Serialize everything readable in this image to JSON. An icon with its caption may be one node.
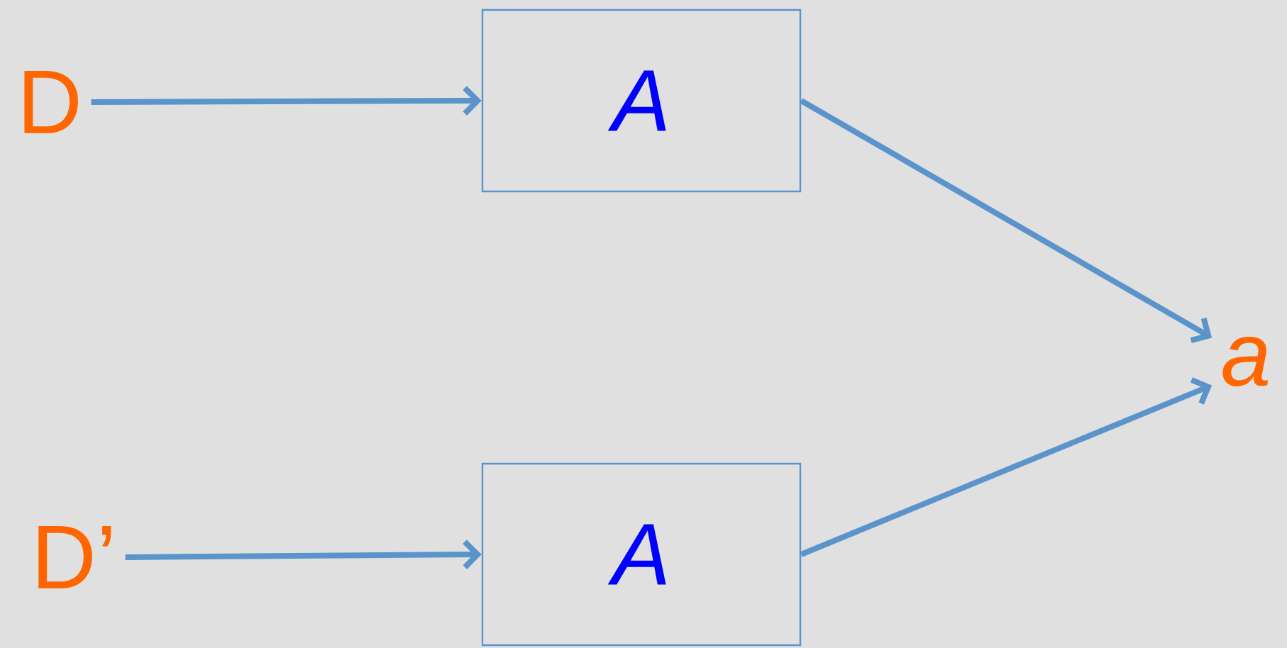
{
  "diagram": {
    "nodes": [
      {
        "text": [
          "D"
        ]
      },
      {
        "text": [
          "A"
        ]
      },
      {
        "text": [
          "D’"
        ]
      },
      {
        "text": [
          "A"
        ]
      },
      {
        "text": [
          "a"
        ]
      }
    ],
    "edges": [
      {
        "from": 0,
        "to": 1,
        "arrow": "to"
      },
      {
        "from": 2,
        "to": 3,
        "arrow": "to"
      },
      {
        "from": 1,
        "to": 4,
        "arrow": "to"
      },
      {
        "from": 3,
        "to": 4,
        "arrow": "to"
      }
    ]
  }
}
